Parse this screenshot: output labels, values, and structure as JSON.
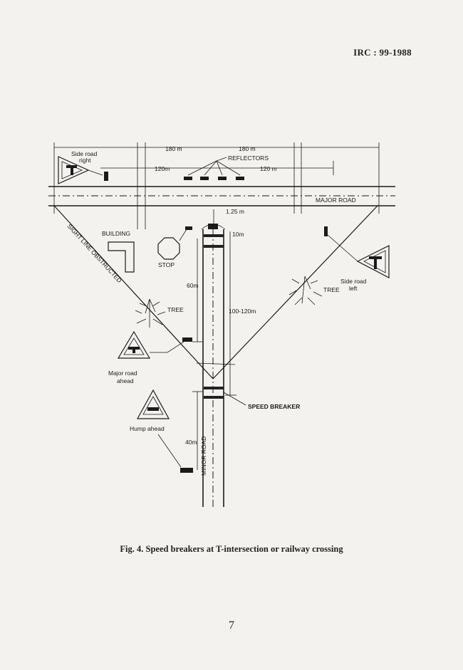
{
  "header": {
    "doc_code": "IRC : 99-1988"
  },
  "diagram": {
    "dim_180_left": "180 m",
    "dim_180_right": "180 m",
    "dim_120_left": "120m",
    "dim_120_right": "120 m",
    "reflectors": "REFLECTORS",
    "major_road": "MAJOR ROAD",
    "dim_125": "1.25 m",
    "dim_10": "10m",
    "dim_60": "60m",
    "dim_100_120": "100-120m",
    "dim_40": "40m",
    "building": "BUILDING",
    "stop": "STOP",
    "sight_line": "SIGHT LINE OBSTRUCTED",
    "tree_left": "TREE",
    "tree_right": "TREE",
    "side_road_right_l1": "Side road",
    "side_road_right_l2": "right",
    "side_road_left_l1": "Side road",
    "side_road_left_l2": "left",
    "major_road_ahead_l1": "Major road",
    "major_road_ahead_l2": "ahead",
    "hump_ahead": "Hump ahead",
    "speed_breaker": "SPEED BREAKER",
    "minor_road": "MINOR ROAD"
  },
  "caption": "Fig. 4.  Speed breakers at T-intersection or railway crossing",
  "page_number": "7"
}
